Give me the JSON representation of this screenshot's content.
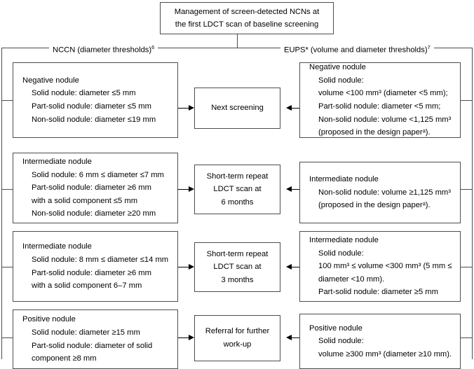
{
  "diagram": {
    "title_box": {
      "lines": [
        "Management of screen-detected NCNs at",
        "the first LDCT scan of baseline screening"
      ]
    },
    "branches": {
      "left_label_text": "NCCN (diameter thresholds)",
      "left_label_sup": "6",
      "right_label_text": "EUPS* (volume and diameter thresholds)",
      "right_label_sup": "7"
    },
    "left_column": [
      {
        "header": "Negative nodule",
        "lines": [
          "Solid nodule: diameter ≤5 mm",
          "Part-solid nodule: diameter ≤5 mm",
          "Non-solid nodule: diameter ≤19 mm"
        ]
      },
      {
        "header": "Intermediate nodule",
        "lines": [
          "Solid nodule: 6 mm ≤ diameter ≤7 mm",
          "Part-solid nodule: diameter ≥6 mm",
          "with a solid component ≤5 mm",
          "Non-solid nodule: diameter ≥20 mm"
        ]
      },
      {
        "header": "Intermediate nodule",
        "lines": [
          "Solid nodule: 8 mm ≤ diameter ≤14 mm",
          "Part-solid nodule: diameter ≥6 mm",
          "with a solid component 6–7 mm"
        ]
      },
      {
        "header": "Positive nodule",
        "lines": [
          "Solid nodule: diameter ≥15 mm",
          "Part-solid nodule: diameter of solid",
          "component ≥8 mm"
        ]
      }
    ],
    "center_column": [
      {
        "lines": [
          "Next screening"
        ]
      },
      {
        "lines": [
          "Short-term repeat",
          "LDCT scan at",
          "6 months"
        ]
      },
      {
        "lines": [
          "Short-term repeat",
          "LDCT scan at",
          "3 months"
        ]
      },
      {
        "lines": [
          "Referral for further",
          "work-up"
        ]
      }
    ],
    "right_column": [
      {
        "header": "Negative nodule",
        "lines": [
          "Solid nodule:",
          "volume <100 mm³ (diameter <5 mm);",
          "Part-solid nodule: diameter <5 mm;",
          "Non-solid nodule: volume <1,125 mm³",
          "(proposed in the design paperᵃ)."
        ]
      },
      {
        "header": "Intermediate nodule",
        "lines": [
          "Non-solid nodule: volume ≥1,125 mm³",
          "(proposed in the design paperᵃ)."
        ]
      },
      {
        "header": "Intermediate nodule",
        "lines": [
          "Solid nodule:",
          "100 mm³ ≤ volume <300 mm³ (5 mm ≤",
          "diameter <10 mm).",
          "Part-solid nodule: diameter ≥5 mm"
        ]
      },
      {
        "header": "Positive nodule",
        "lines": [
          "Solid nodule:",
          "volume ≥300 mm³ (diameter ≥10 mm)."
        ]
      }
    ],
    "colors": {
      "stroke": "#4d4d4d",
      "arrow": "#000000",
      "text": "#000000",
      "background": "#ffffff"
    }
  }
}
